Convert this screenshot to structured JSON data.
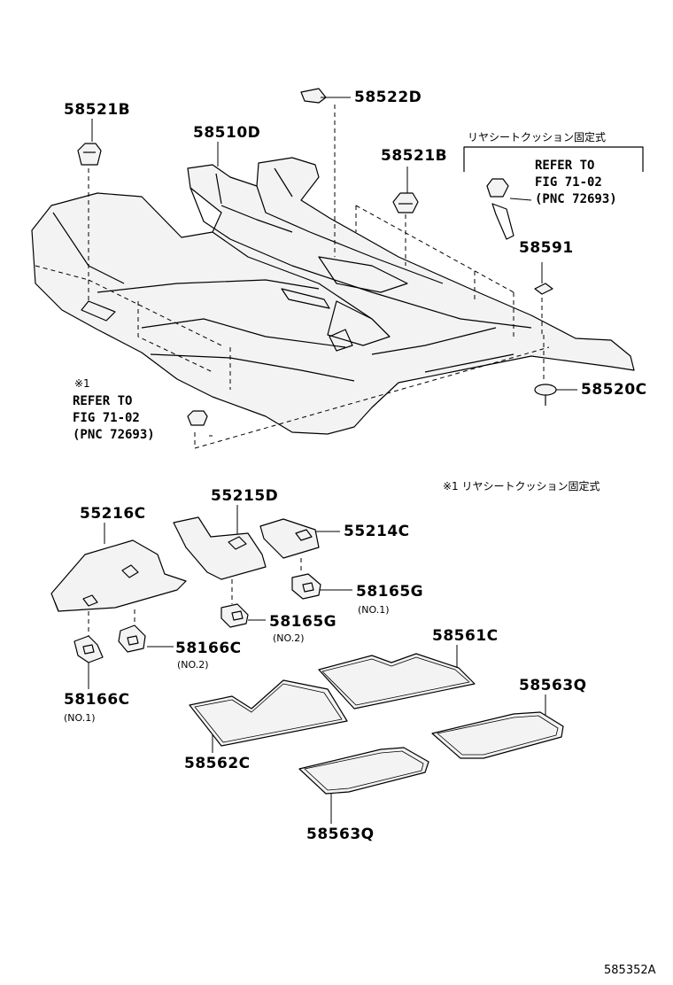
{
  "parts": {
    "p58521B_left": "58521B",
    "p58522D": "58522D",
    "p58510D": "58510D",
    "p58521B_right": "58521B",
    "p58591": "58591",
    "p58520C": "58520C",
    "p55215D": "55215D",
    "p55216C": "55216C",
    "p55214C": "55214C",
    "p58165G_no1": "58165G",
    "p58165G_no2": "58165G",
    "p58166C_no2": "58166C",
    "p58166C_no1": "58166C",
    "p58561C": "58561C",
    "p58563Q_right": "58563Q",
    "p58562C": "58562C",
    "p58563Q_bottom": "58563Q"
  },
  "subnotes": {
    "no1_a": "(NO.1)",
    "no2_a": "(NO.2)",
    "no2_b": "(NO.2)",
    "no1_b": "(NO.1)"
  },
  "refer_right": {
    "heading": "リヤシートクッション固定式",
    "line1": "REFER TO",
    "line2": "FIG 71-02",
    "line3": "(PNC 72693)"
  },
  "refer_left": {
    "mark": "※1",
    "line1": "REFER TO",
    "line2": "FIG 71-02",
    "line3": "(PNC 72693)"
  },
  "footnote": "※1 リヤシートクッション固定式",
  "figure_id": "585352A"
}
